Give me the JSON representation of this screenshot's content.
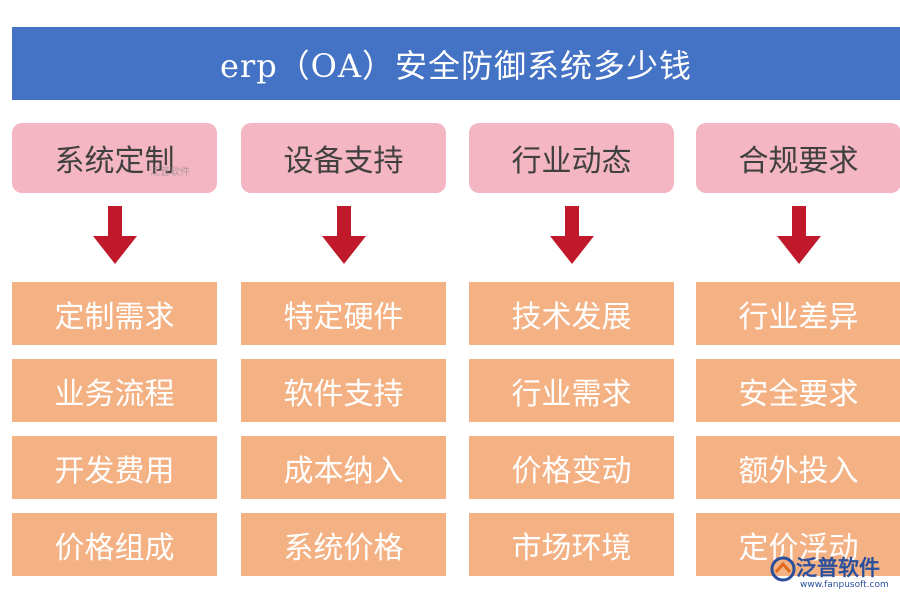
{
  "title": "erp（OA）安全防御系统多少钱",
  "columns": [
    {
      "header": "系统定制",
      "items": [
        "定制需求",
        "业务流程",
        "开发费用",
        "价格组成"
      ]
    },
    {
      "header": "设备支持",
      "items": [
        "特定硬件",
        "软件支持",
        "成本纳入",
        "系统价格"
      ]
    },
    {
      "header": "行业动态",
      "items": [
        "技术发展",
        "行业需求",
        "价格变动",
        "市场环境"
      ]
    },
    {
      "header": "合规要求",
      "items": [
        "行业差异",
        "安全要求",
        "额外投入",
        "定价浮动"
      ]
    }
  ],
  "watermark": {
    "small": "泛普软件",
    "name": "泛普软件",
    "url": "www.fanpusoft.com"
  },
  "colors": {
    "title_bg": "#4472c4",
    "header_bg": "#f4b6c2",
    "item_bg": "#f4b183",
    "arrow": "#c0192c"
  }
}
